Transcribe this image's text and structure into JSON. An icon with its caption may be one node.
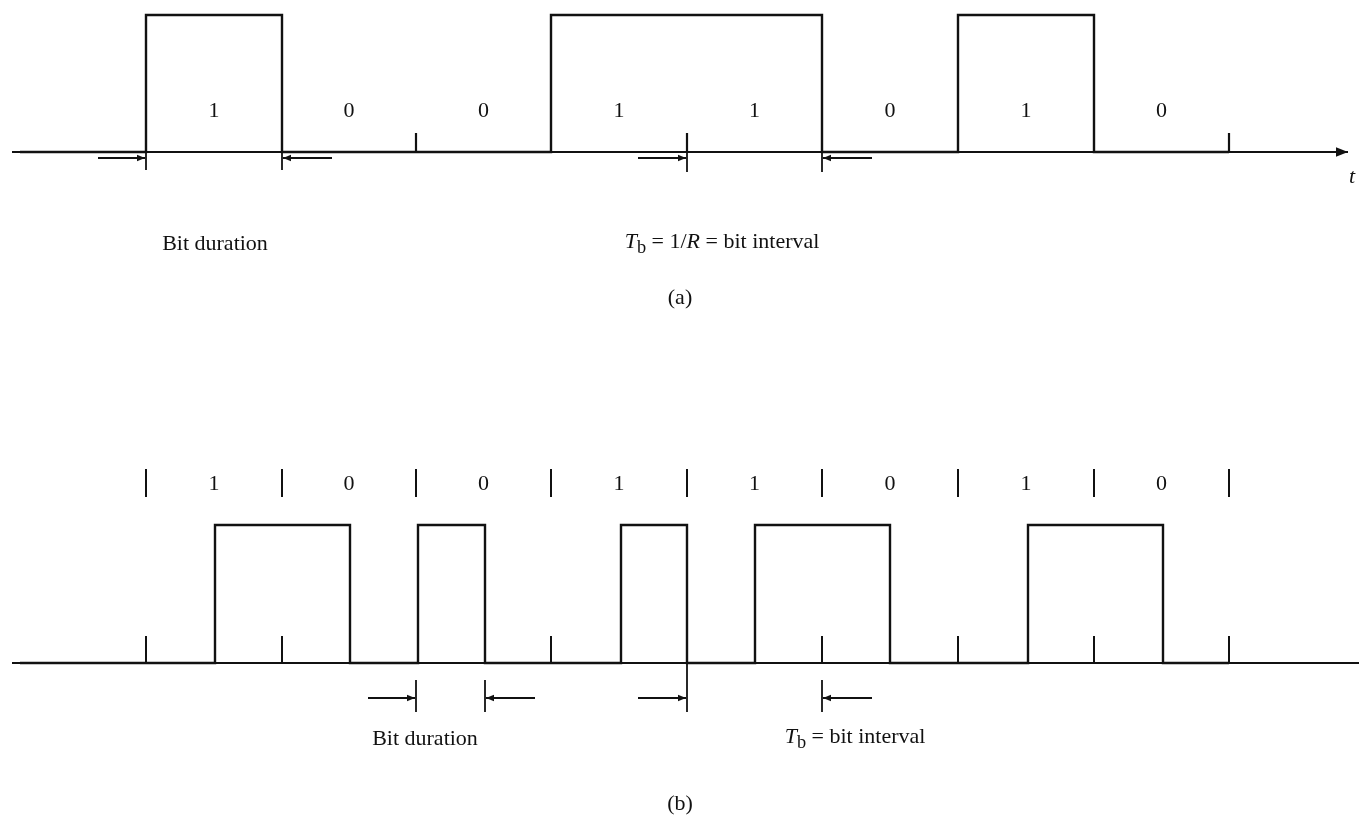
{
  "diagram": {
    "labels": [
      "1",
      "0",
      "0",
      "1",
      "1",
      "0",
      "1",
      "0",
      "t",
      "Bit duration",
      "*T*$_{b}$ = 1/*R* = bit interval",
      "(a)",
      "1",
      "0",
      "0",
      "1",
      "1",
      "0",
      "1",
      "0",
      "Bit duration",
      "*T*$_{b}$ = bit interval",
      "(b)"
    ]
  }
}
